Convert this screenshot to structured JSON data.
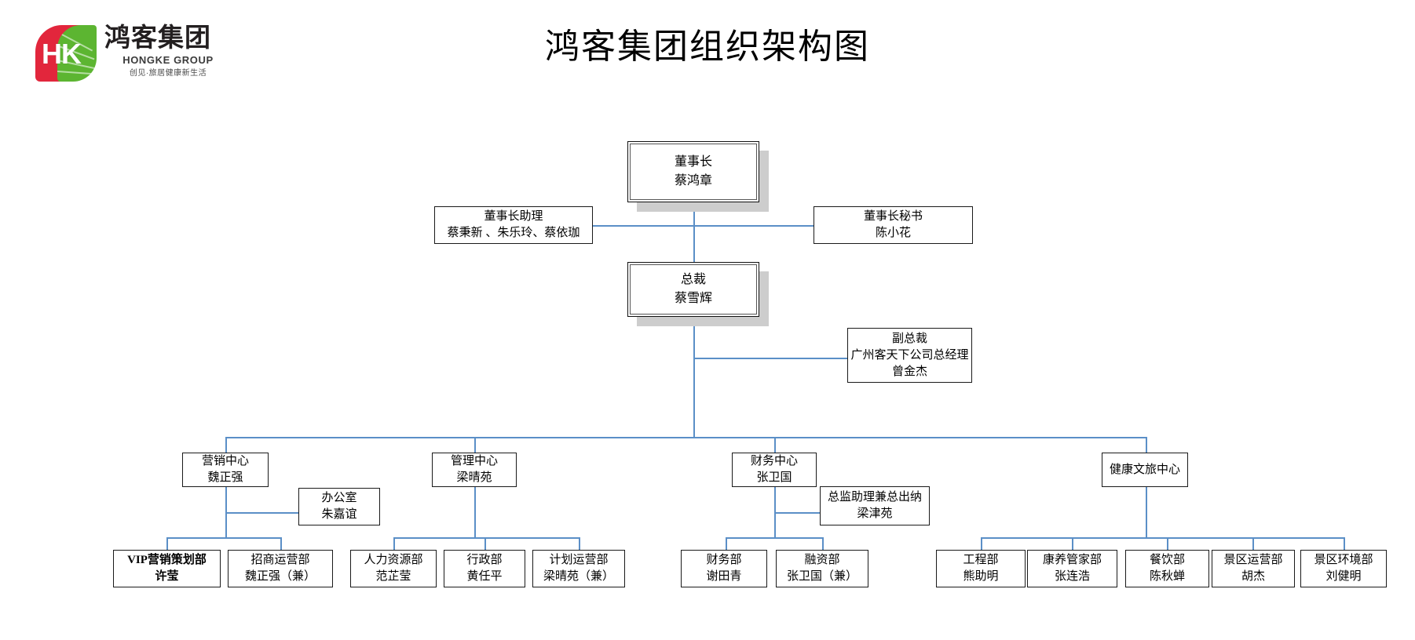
{
  "logo": {
    "mark_letters": "HK",
    "name_cn": "鸿客集团",
    "name_en": "HONGKE GROUP",
    "slogan": "创见·旅居健康新生活",
    "color_red": "#E2263C",
    "color_green": "#5CB531"
  },
  "title": "鸿客集团组织架构图",
  "theme": {
    "connector_color": "#5B8FC7",
    "box_border": "#1a1a1a",
    "shadow_color": "#cdcdcd",
    "background": "#ffffff"
  },
  "nodes": {
    "chairman": {
      "title": "董事长",
      "person": "蔡鸿章"
    },
    "chair_assistant": {
      "title": "董事长助理",
      "person": "蔡秉新 、朱乐玲、蔡依珈"
    },
    "chair_secretary": {
      "title": "董事长秘书",
      "person": "陈小花"
    },
    "president": {
      "title": "总裁",
      "person": "蔡雪辉"
    },
    "vice_president": {
      "title": "副总裁",
      "subtitle": "广州客天下公司总经理",
      "person": "曾金杰"
    },
    "marketing_center": {
      "title": "营销中心",
      "person": "魏正强"
    },
    "office": {
      "title": "办公室",
      "person": "朱嘉谊"
    },
    "mgmt_center": {
      "title": "管理中心",
      "person": "梁晴苑"
    },
    "finance_center": {
      "title": "财务中心",
      "person": "张卫国"
    },
    "finance_asst": {
      "title": "总监助理兼总出纳",
      "person": "梁津苑"
    },
    "health_center": {
      "title": "健康文旅中心",
      "person": ""
    },
    "dept_vip": {
      "title": "VIP营销策划部",
      "person": "许莹"
    },
    "dept_invest": {
      "title": "招商运营部",
      "person": "魏正强（兼）"
    },
    "dept_hr": {
      "title": "人力资源部",
      "person": "范芷莹"
    },
    "dept_admin": {
      "title": "行政部",
      "person": "黄任平"
    },
    "dept_planning": {
      "title": "计划运营部",
      "person": "梁晴苑（兼）"
    },
    "dept_finance": {
      "title": "财务部",
      "person": "谢田青"
    },
    "dept_funding": {
      "title": "融资部",
      "person": "张卫国（兼）"
    },
    "dept_engineering": {
      "title": "工程部",
      "person": "熊助明"
    },
    "dept_wellness": {
      "title": "康养管家部",
      "person": "张连浩"
    },
    "dept_catering": {
      "title": "餐饮部",
      "person": "陈秋蝉"
    },
    "dept_scenic_ops": {
      "title": "景区运营部",
      "person": "胡杰"
    },
    "dept_scenic_env": {
      "title": "景区环境部",
      "person": "刘健明"
    }
  }
}
